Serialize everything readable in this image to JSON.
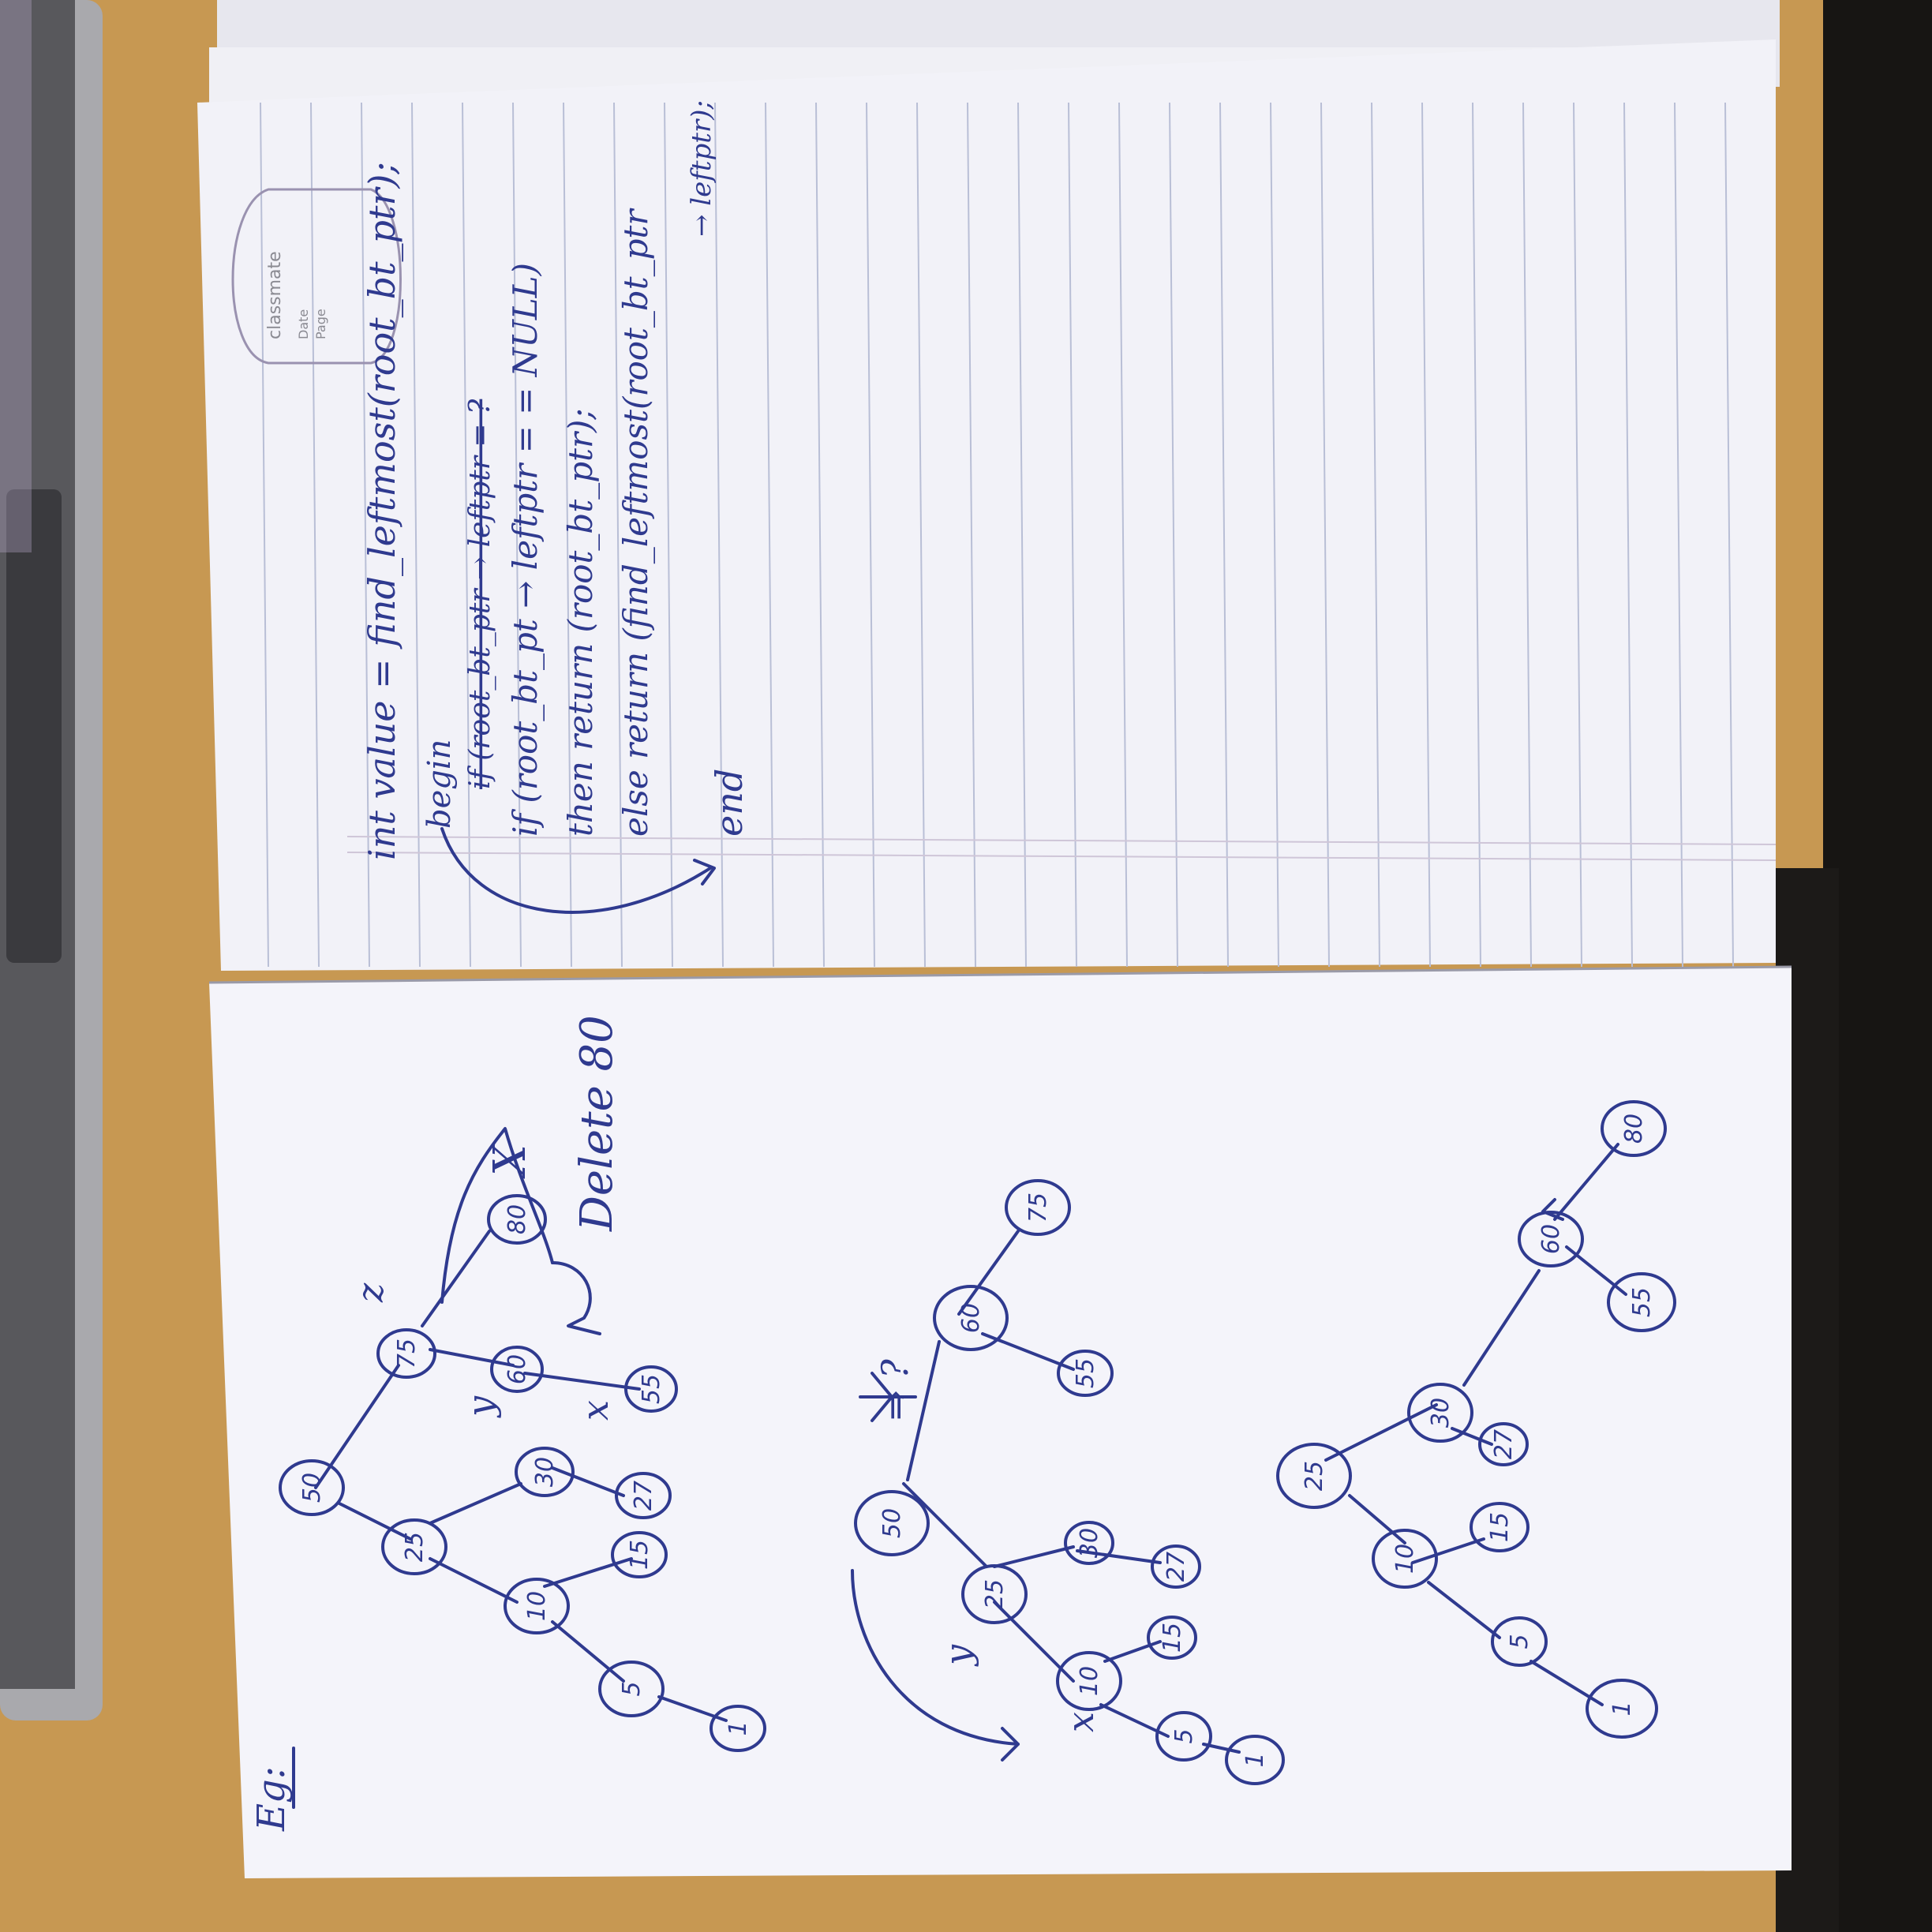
{
  "photo": {
    "description_kind": "photo of an open ruled notebook lying sideways on a wooden desk next to a laptop"
  },
  "brand_stamp": {
    "brand": "classmate",
    "date_label": "Date",
    "page_label": "Page"
  },
  "top_page": {
    "lines": [
      "int value = find_leftmost(root_bt_ptr);",
      "begin",
      "if (root_bt_ptr → leftptr = ?",
      "if (root_bt_pt → leftptr = = NULL)",
      "then return (root_bt_ptr);",
      "else return (find_leftmost(root_bt_ptr",
      "→ leftptr);",
      "end"
    ]
  },
  "bottom_page": {
    "heading": "Eg:",
    "annotation_delete": "Delete 80",
    "annotation_arrow": "⇒ ?",
    "tree1": {
      "nodes": [
        "50",
        "75",
        "25",
        "30",
        "10",
        "15",
        "27",
        "5",
        "1",
        "60",
        "55",
        "80"
      ],
      "labels": [
        "z",
        "y",
        "x",
        "X"
      ]
    },
    "tree2": {
      "nodes": [
        "50",
        "25",
        "60",
        "75",
        "55",
        "30",
        "27",
        "10",
        "15",
        "5",
        "1"
      ],
      "labels": [
        "y",
        "x"
      ]
    },
    "tree3": {
      "nodes": [
        "25",
        "30",
        "27",
        "60",
        "55",
        "80",
        "10",
        "15",
        "5",
        "1"
      ]
    }
  }
}
